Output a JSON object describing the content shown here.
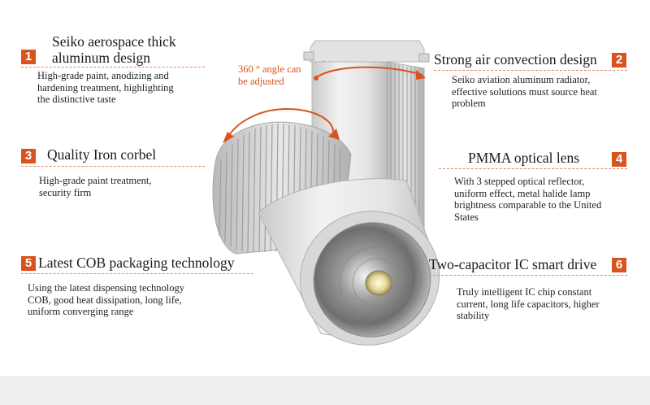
{
  "colors": {
    "accent": "#d9531e",
    "dash": "#e08a5c",
    "housing": "#e4e4e4"
  },
  "angle_note": "360 ° angle can\nbe adjusted",
  "features": [
    {
      "number": "1",
      "title_lines": [
        "Seiko aerospace thick",
        "aluminum design"
      ],
      "description": "High-grade paint, anodizing and\nhardening treatment, highlighting\nthe distinctive taste"
    },
    {
      "number": "2",
      "title": "Strong air convection design",
      "description": "Seiko aviation aluminum radiator,\neffective solutions must source heat\nproblem"
    },
    {
      "number": "3",
      "title": "Quality Iron corbel",
      "description": "High-grade paint treatment,\nsecurity firm"
    },
    {
      "number": "4",
      "title": "PMMA optical lens",
      "description": "With 3 stepped optical reflector,\nuniform effect, metal halide lamp\nbrightness comparable to the United\nStates"
    },
    {
      "number": "5",
      "title": "Latest COB packaging technology",
      "description": "Using the latest dispensing technology\n COB, good heat dissipation, long life,\nuniform converging range"
    },
    {
      "number": "6",
      "title": "Two-capacitor IC smart drive",
      "description": "Truly intelligent IC chip constant\ncurrent, long life capacitors, higher\nstability"
    }
  ]
}
